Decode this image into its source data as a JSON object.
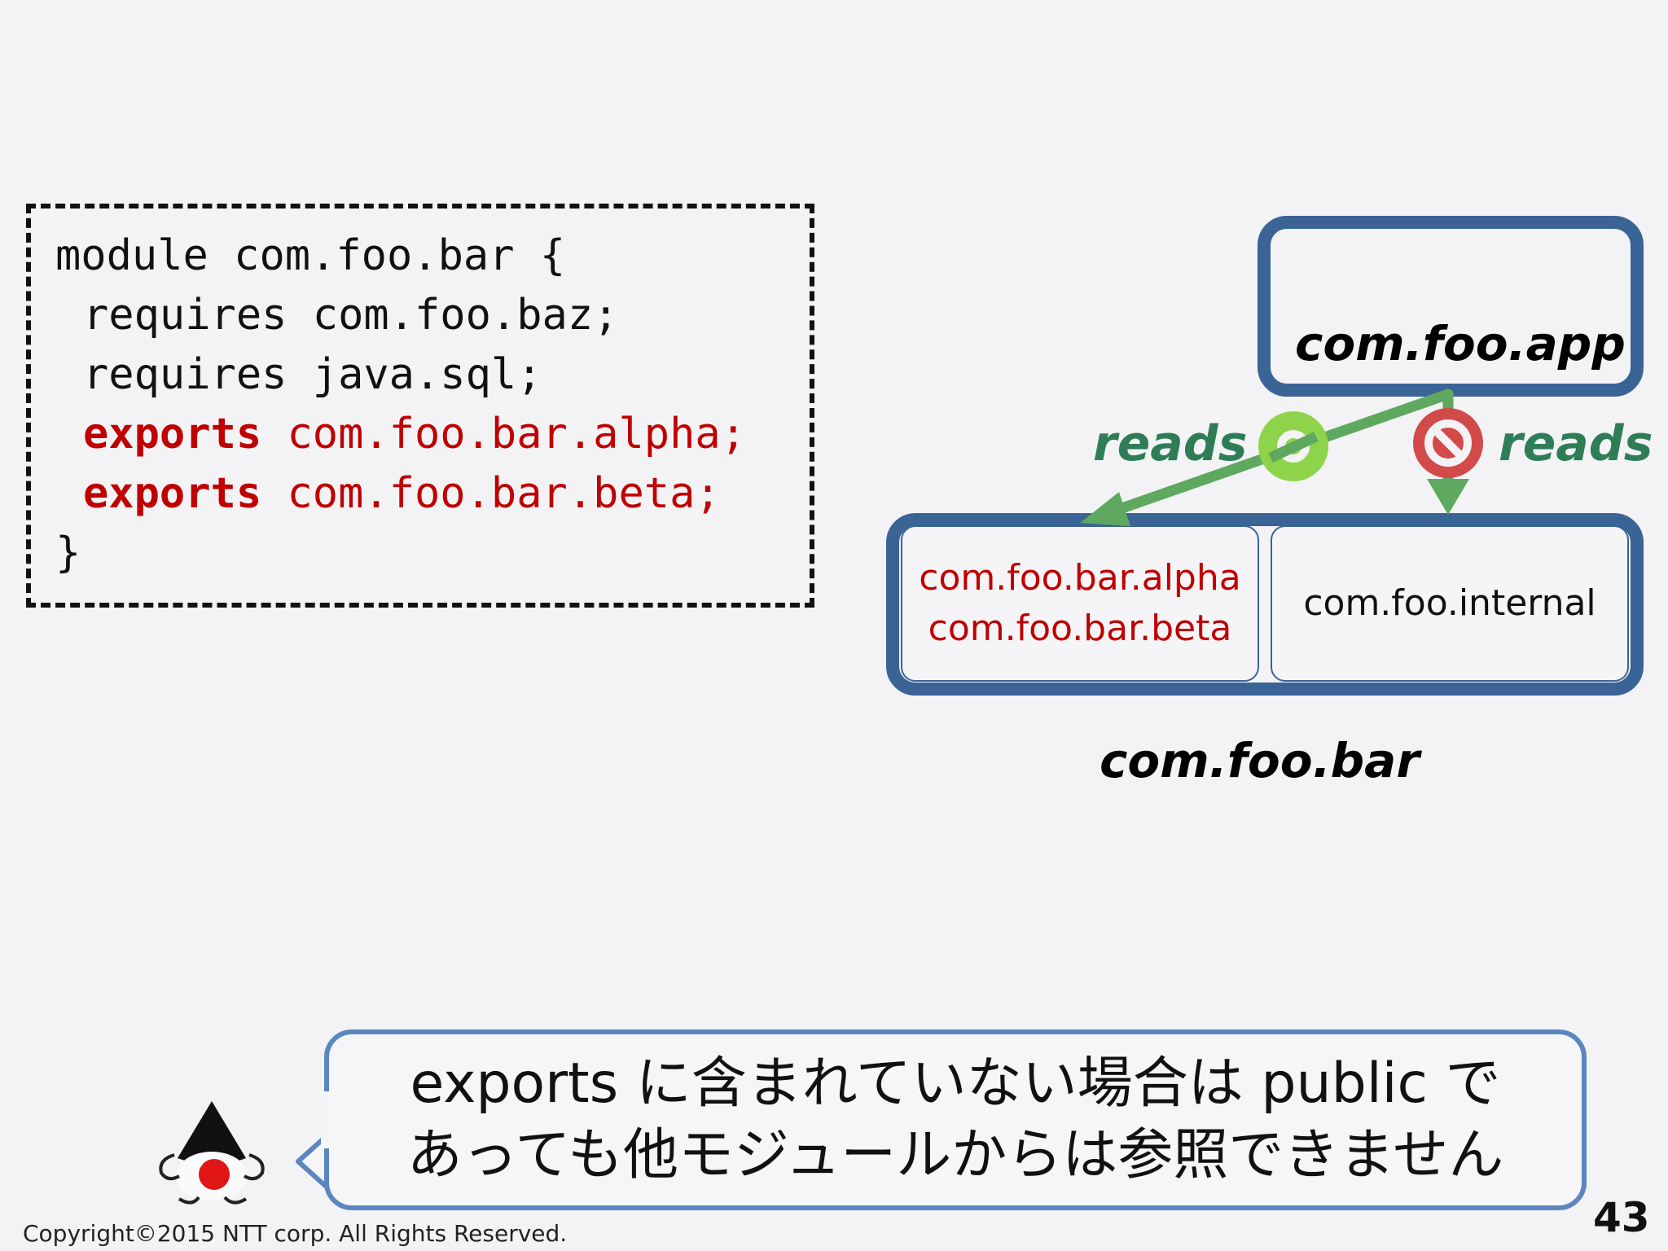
{
  "code": {
    "line1": "module com.foo.bar {",
    "line2": "requires com.foo.baz;",
    "line3": "requires java.sql;",
    "exports_keyword": "exports",
    "export1": " com.foo.bar.alpha;",
    "export2": " com.foo.bar.beta;",
    "line_close": "}"
  },
  "diagram": {
    "app_module": "com.foo.app",
    "bar_module": "com.foo.bar",
    "exported_packages": [
      "com.foo.bar.alpha",
      "com.foo.bar.beta"
    ],
    "internal_package": "com.foo.internal",
    "reads_left": "reads",
    "reads_right": "reads",
    "colors": {
      "module_border": "#3b6496",
      "arrow": "#5fa85f",
      "allowed": "#8ed44a",
      "denied": "#d24a4a",
      "reads_text": "#2e7d57",
      "exported_text": "#c00000"
    }
  },
  "bubble": {
    "line1": "exports に含まれていない場合は public で",
    "line2": "あっても他モジュールからは参照できません"
  },
  "footer": {
    "copyright": "Copyright©2015 NTT corp. All Rights Reserved.",
    "page_number": "43"
  }
}
